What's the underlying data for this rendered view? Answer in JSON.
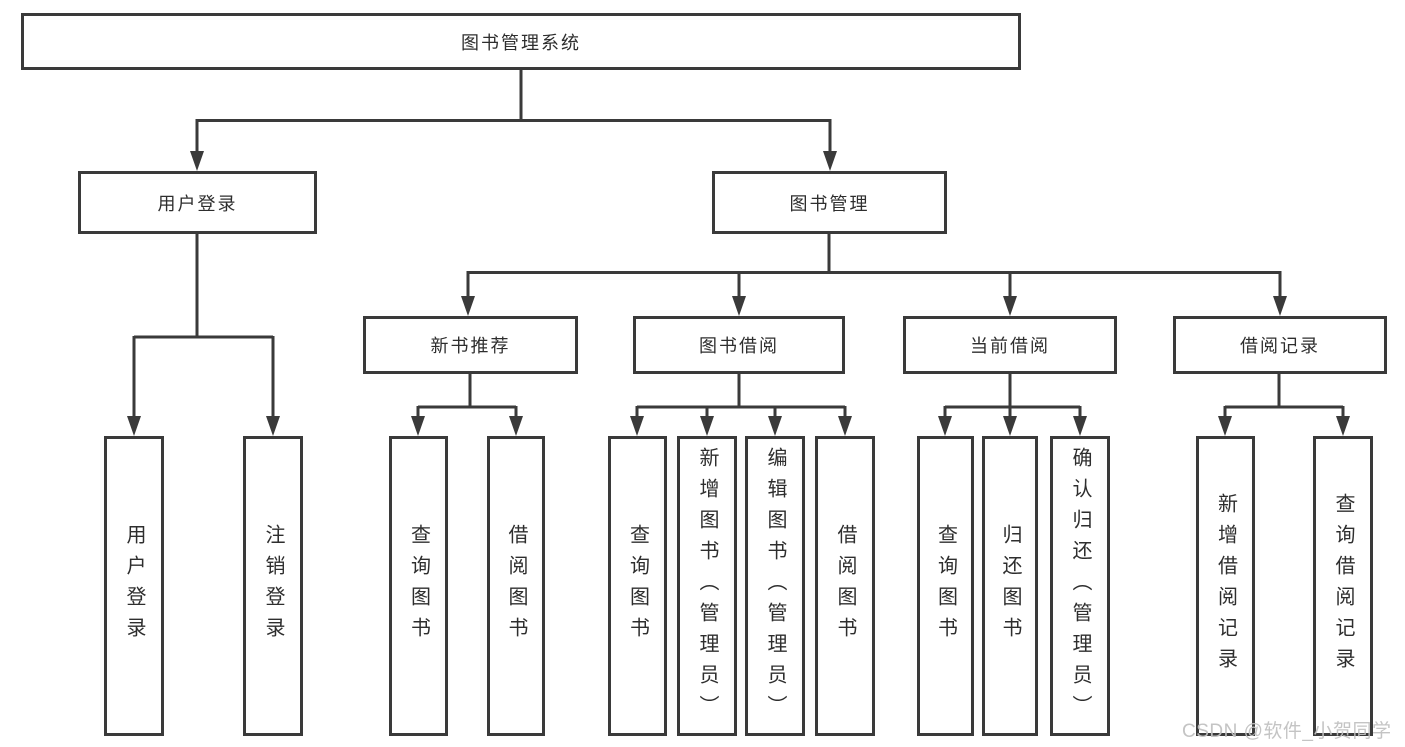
{
  "tree": {
    "root": {
      "label": "图书管理系统",
      "children": [
        {
          "label": "用户登录",
          "children": [
            {
              "label": "用户登录"
            },
            {
              "label": "注销登录"
            }
          ]
        },
        {
          "label": "图书管理",
          "children": [
            {
              "label": "新书推荐",
              "children": [
                {
                  "label": "查询图书"
                },
                {
                  "label": "借阅图书"
                }
              ]
            },
            {
              "label": "图书借阅",
              "children": [
                {
                  "label": "查询图书"
                },
                {
                  "label": "新增图书（管理员）"
                },
                {
                  "label": "编辑图书（管理员）"
                },
                {
                  "label": "借阅图书"
                }
              ]
            },
            {
              "label": "当前借阅",
              "children": [
                {
                  "label": "查询图书"
                },
                {
                  "label": "归还图书"
                },
                {
                  "label": "确认归还（管理员）"
                }
              ]
            },
            {
              "label": "借阅记录",
              "children": [
                {
                  "label": "新增借阅记录"
                },
                {
                  "label": "查询借阅记录"
                }
              ]
            }
          ]
        }
      ]
    }
  },
  "watermark": "CSDN @软件_小贺同学",
  "colors": {
    "line": "#3a3a3a",
    "box_border": "#3a3a3a",
    "text": "#2e2e2e",
    "watermark": "#c1c1c1",
    "background": "#ffffff"
  }
}
